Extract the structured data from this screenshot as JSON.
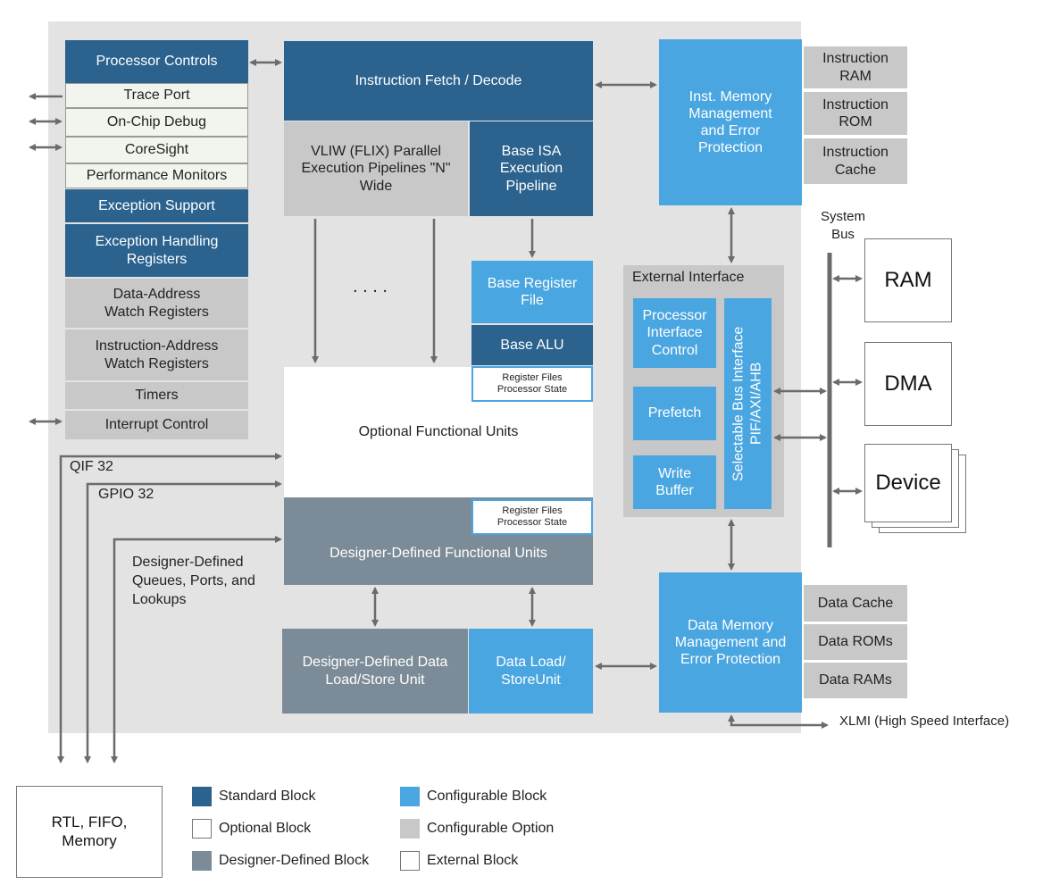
{
  "colors": {
    "standard": "#2b628e",
    "configurable": "#4aa6e0",
    "option": "#c8c8c8",
    "designer": "#7b8c98",
    "background": "#e3e3e3"
  },
  "left": {
    "processor_controls": "Processor  Controls",
    "trace_port": "Trace Port",
    "onchip_debug": "On-Chip Debug",
    "coresight": "CoreSight",
    "perf_monitors": "Performance Monitors",
    "exception_support": "Exception  Support",
    "exception_handling": "Exception  Handling Registers",
    "data_address_watch": "Data-Address Watch Registers",
    "instr_address_watch": "Instruction-Address Watch Registers",
    "timers": "Timers",
    "interrupt_control": "Interrupt Control"
  },
  "core": {
    "fetch_decode": "Instruction  Fetch / Decode",
    "vliw": "VLIW (FLIX) Parallel Execution Pipelines \"N\" Wide",
    "base_isa": "Base ISA Execution Pipeline",
    "base_regfile": "Base Register File",
    "base_alu": "Base ALU",
    "regfiles_state_1": "Register Files Processor State",
    "optional_units": "Optional Functional Units",
    "regfiles_state_2": "Register Files Processor State",
    "designer_units": "Designer-Defined Functional Units",
    "designer_loadstore": "Designer-Defined Data Load/Store Unit",
    "data_load_store": "Data Load/ StoreUnit",
    "dots": ". . . ."
  },
  "memory": {
    "inst_mem": "Inst. Memory Management and Error Protection",
    "instr_ram": "Instruction RAM",
    "instr_rom": "Instruction ROM",
    "instr_cache": "Instruction Cache",
    "data_mem": "Data Memory Management and Error Protection",
    "data_cache": "Data Cache",
    "data_roms": "Data ROMs",
    "data_rams": "Data RAMs"
  },
  "external_interface": {
    "title": "External Interface",
    "proc_iface": "Processor Interface Control",
    "prefetch": "Prefetch",
    "write_buffer": "Write Buffer",
    "bus_iface": "Selectable Bus Interface PIF/AXI/AHB"
  },
  "system": {
    "bus_label": "System Bus",
    "ram": "RAM",
    "dma": "DMA",
    "device": "Device"
  },
  "signals": {
    "qif": "QIF 32",
    "gpio": "GPIO  32",
    "designer_queues": "Designer-Defined Queues, Ports, and Lookups",
    "xlmi": "XLMI (High Speed Interface)",
    "rtl": "RTL, FIFO, Memory"
  },
  "legend": {
    "standard": "Standard Block",
    "optional": "Optional Block",
    "designer": "Designer-Defined Block",
    "configurable": "Configurable Block",
    "config_option": "Configurable Option",
    "external": "External Block"
  }
}
